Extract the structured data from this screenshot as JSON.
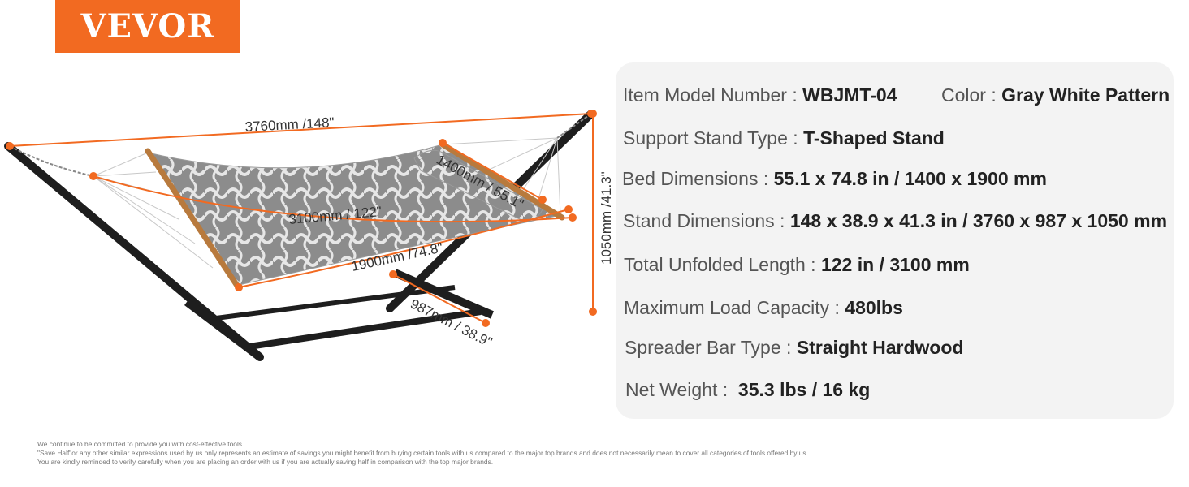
{
  "brand": "VEVOR",
  "dimensions": {
    "length": "3760mm /148\"",
    "height": "1050mm /41.3\"",
    "pillow": "1400mm / 55.1\"",
    "unfolded": "3100mm / 122\"",
    "bed": "1900mm /74.8\"",
    "base": "987mm / 38.9\""
  },
  "specs": {
    "model_label": "Item Model Number : ",
    "model_value": "WBJMT-04",
    "color_label": "Color : ",
    "color_value": "Gray White Pattern",
    "stand_type_label": "Support Stand Type : ",
    "stand_type_value": "T-Shaped Stand",
    "bed_dim_label": "Bed Dimensions : ",
    "bed_dim_value": "55.1 x 74.8 in / 1400 x 1900 mm",
    "stand_dim_label": "Stand Dimensions : ",
    "stand_dim_value": "148 x 38.9 x 41.3 in / 3760 x 987 x 1050 mm",
    "unfolded_label": "Total Unfolded Length : ",
    "unfolded_value": "122 in / 3100 mm",
    "load_label": "Maximum Load Capacity : ",
    "load_value": "480lbs",
    "spreader_label": "Spreader Bar Type : ",
    "spreader_value": "Straight Hardwood",
    "weight_label": "Net Weight :  ",
    "weight_value": "35.3 lbs / 16 kg"
  },
  "footnote": {
    "line1": "We continue to be committed to provide you with cost-effective tools.",
    "line2": "\"Save Half\"or any other similar expressions used by us only represents an estimate of savings you might benefit from buying certain tools with us compared to the major top brands and does not necessarily mean to cover all categories of tools offered by us.",
    "line3": "You are kindly reminded to verify carefully when you are placing an order with us if you are actually saving half in comparison with the top major brands."
  },
  "colors": {
    "accent": "#f26a21",
    "frame": "#1e1e1e",
    "panel": "#f3f3f3",
    "fabric": "#8c8c8c",
    "wood": "#b87a3d"
  }
}
